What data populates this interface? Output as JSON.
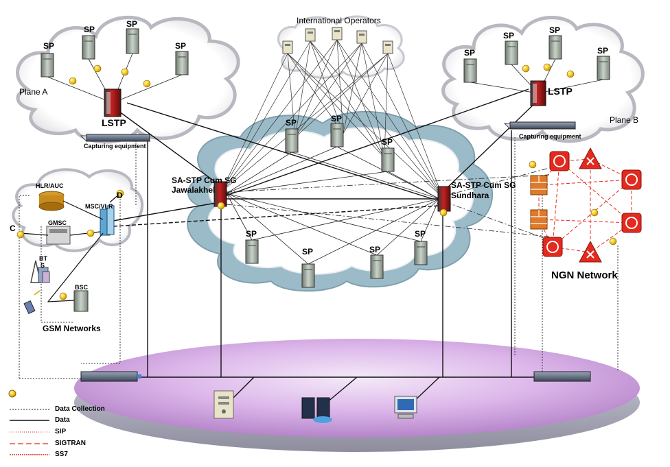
{
  "labels": {
    "international_operators": "International Operators",
    "plane_a": "Plane A",
    "plane_b": "Plane B",
    "lstp_a": "LSTP",
    "lstp_b": "LSTP",
    "capturing_a": "Capturing equipment",
    "capturing_b": "Capturing equipment",
    "stp_left_1": "SA-STP Cum SG",
    "stp_left_2": "Jawalakhel",
    "stp_right_1": "SA-STP Cum SG",
    "stp_right_2": "Sundhara",
    "sp": "SP",
    "hlr_auc": "HLR/AUC",
    "msc_vlr": "MSC/VLR",
    "gmsc": "GMSC",
    "bsc": "BSC",
    "bts_1": "BT",
    "bts_2": "S",
    "point_c": "C",
    "point_d": "D",
    "gsm_networks": "GSM Networks",
    "ngn_network": "NGN Network"
  },
  "legend": {
    "data_collection": "Data Collection",
    "data": "Data",
    "sip": "SIP",
    "sigtran": "SIGTRAN",
    "ss7": "SS7"
  },
  "colors": {
    "platform_top": "#d9aee8",
    "platform_edge": "#b8b8c6",
    "cloud_center": "#8fb2bf",
    "ngn_red": "#e32a1f",
    "probe_yellow": "#f2c51a"
  }
}
